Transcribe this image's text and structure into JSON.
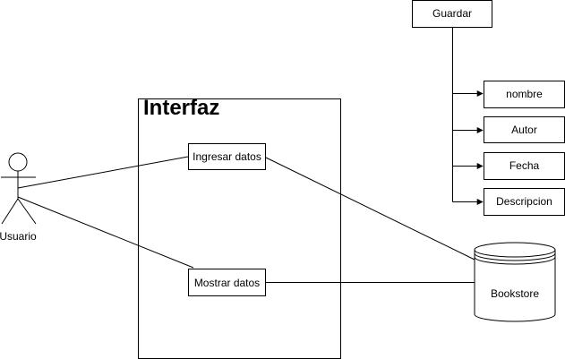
{
  "system": {
    "title": "Interfaz"
  },
  "actor": {
    "label": "Usuario"
  },
  "use_cases": {
    "ingresar": "Ingresar datos",
    "mostrar": "Mostrar datos"
  },
  "database": {
    "label": "Bookstore"
  },
  "save": {
    "label": "Guardar",
    "fields": [
      "nombre",
      "Autor",
      "Fecha",
      "Descripcion"
    ]
  },
  "colors": {
    "stroke": "#000000",
    "fill": "#ffffff"
  }
}
